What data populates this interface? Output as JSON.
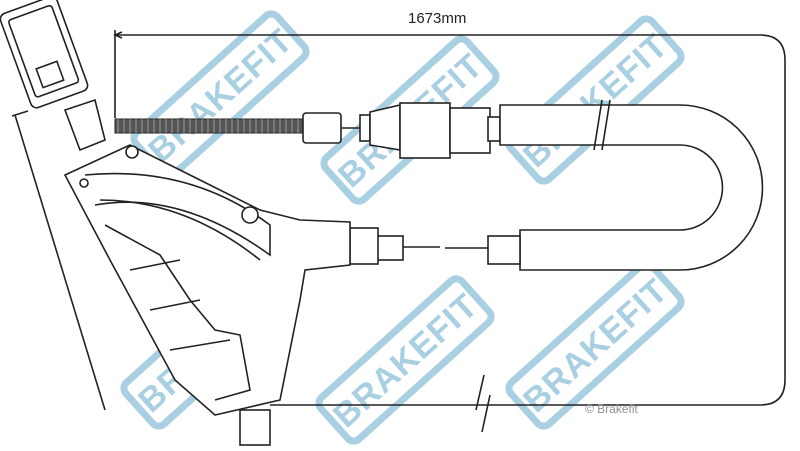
{
  "drawing": {
    "dimension_label": "1673mm",
    "copyright": "© Brakefit",
    "watermark_text": "BRAKEFIT",
    "colors": {
      "line": "#222222",
      "watermark": "#a9cfe2",
      "copyright": "#8a9198"
    }
  }
}
